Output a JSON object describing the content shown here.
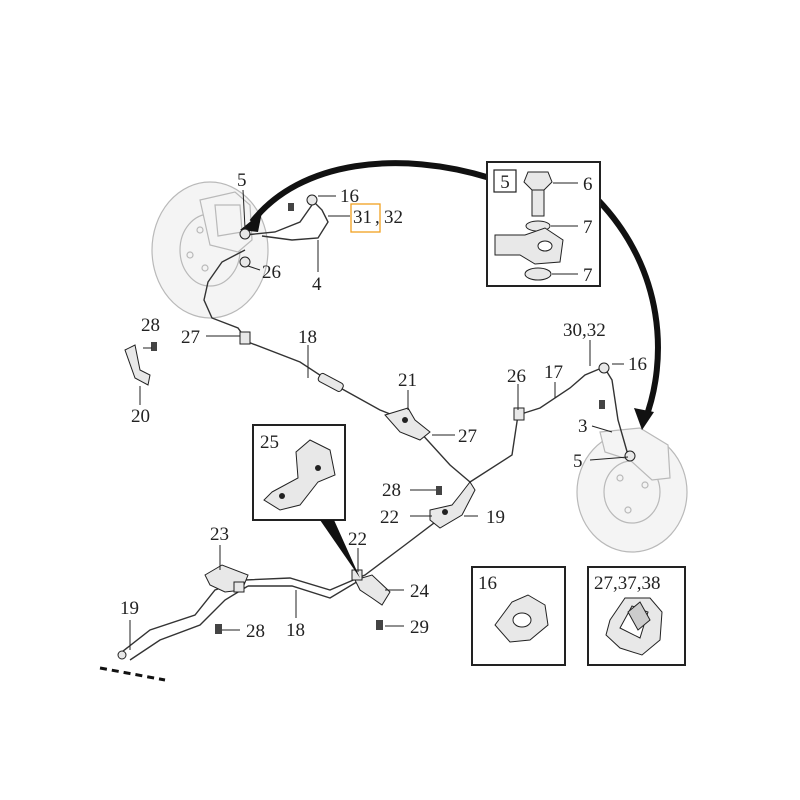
{
  "callouts": {
    "c5_top": "5",
    "c16_top": "16",
    "c31_32": "31",
    "c31_32b": "32",
    "c26_top": "26",
    "c4": "4",
    "c28_left": "28",
    "c27_left": "27",
    "c18_top": "18",
    "c20": "20",
    "c21": "21",
    "c27_mid": "27",
    "c26_right": "26",
    "c17": "17",
    "c30_32": "30,32",
    "c16_right": "16",
    "c3": "3",
    "c5_right": "5",
    "c28_mid": "28",
    "c22_mid": "22",
    "c19_mid": "19",
    "c22_low": "22",
    "c24": "24",
    "c29": "29",
    "c23": "23",
    "c28_low": "28",
    "c18_low": "18",
    "c19_low": "19"
  },
  "insets": {
    "inset5_tag": "5",
    "inset5_c6": "6",
    "inset5_c7a": "7",
    "inset5_c7b": "7",
    "inset25_tag": "25",
    "inset16_tag": "16",
    "inset27_tag": "27,37,38"
  },
  "icons": [
    "brake-disc",
    "caliper",
    "banjo-bolt",
    "washer",
    "bracket",
    "clip"
  ]
}
